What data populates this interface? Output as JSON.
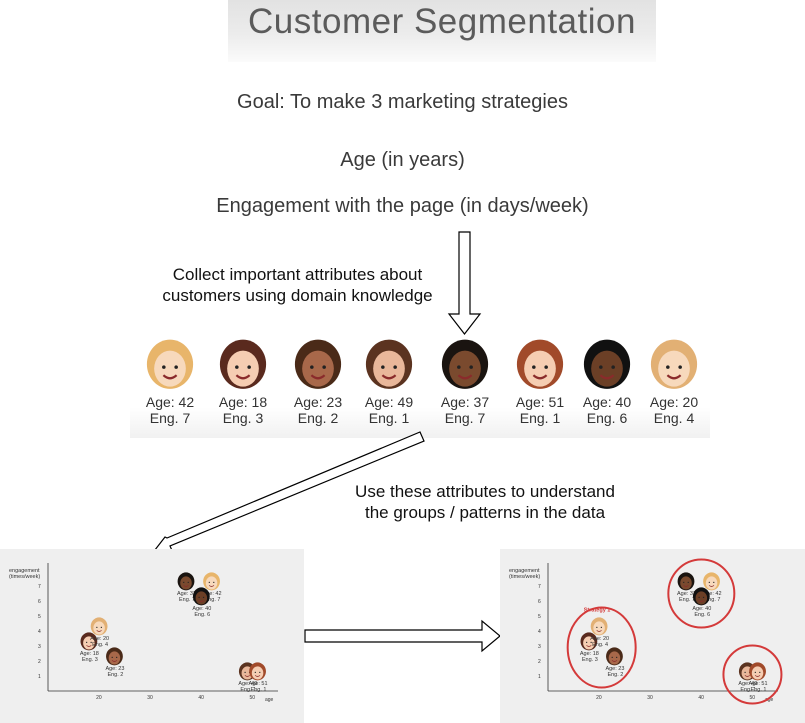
{
  "title": "Customer Segmentation",
  "goal": "Goal: To make 3 marketing strategies",
  "attribute_1": "Age (in years)",
  "attribute_2": "Engagement with the page (in days/week)",
  "caption_collect_1": "Collect important attributes about",
  "caption_collect_2": "customers using domain knowledge",
  "caption_use_1": "Use these attributes to understand",
  "caption_use_2": "the groups / patterns in the data",
  "customers": [
    {
      "age": "Age: 42",
      "eng": "Eng. 7",
      "hair": "#e8b56a",
      "skin": "#f7d9bc"
    },
    {
      "age": "Age: 18",
      "eng": "Eng. 3",
      "hair": "#5a2a1e",
      "skin": "#f5cdb2"
    },
    {
      "age": "Age: 23",
      "eng": "Eng. 2",
      "hair": "#4a2a18",
      "skin": "#a8684a"
    },
    {
      "age": "Age: 49",
      "eng": "Eng. 1",
      "hair": "#5b3320",
      "skin": "#e9b79a"
    },
    {
      "age": "Age: 37",
      "eng": "Eng. 7",
      "hair": "#1a1410",
      "skin": "#7a4a2e"
    },
    {
      "age": "Age: 51",
      "eng": "Eng. 1",
      "hair": "#a14a2a",
      "skin": "#f5cdb2"
    },
    {
      "age": "Age: 40",
      "eng": "Eng. 6",
      "hair": "#111111",
      "skin": "#6b3f26"
    },
    {
      "age": "Age: 20",
      "eng": "Eng. 4",
      "hair": "#e2b074",
      "skin": "#f7d9bc"
    }
  ],
  "chart_data": [
    {
      "type": "scatter",
      "xlabel": "age",
      "ylabel": "engagement\n(times/week)",
      "x_ticks": [
        "20",
        "30",
        "40",
        "50"
      ],
      "y_ticks": [
        "1",
        "2",
        "3",
        "4",
        "5",
        "6",
        "7"
      ],
      "points": [
        {
          "age": 18,
          "eng": 3,
          "label1": "Age: 18",
          "label2": "Eng. 3"
        },
        {
          "age": 20,
          "eng": 4,
          "label1": "Age: 20",
          "label2": "Eng. 4"
        },
        {
          "age": 23,
          "eng": 2,
          "label1": "Age: 23",
          "label2": "Eng. 2"
        },
        {
          "age": 37,
          "eng": 7,
          "label1": "Age: 37",
          "label2": "Eng. 7"
        },
        {
          "age": 42,
          "eng": 7,
          "label1": "Age: 42",
          "label2": "Eng. 7"
        },
        {
          "age": 40,
          "eng": 6,
          "label1": "Age: 40",
          "label2": "Eng. 6"
        },
        {
          "age": 49,
          "eng": 1,
          "label1": "Age: 49",
          "label2": "Eng. 1"
        },
        {
          "age": 51,
          "eng": 1,
          "label1": "Age: 51",
          "label2": "Eng. 1"
        }
      ]
    },
    {
      "type": "scatter",
      "xlabel": "age",
      "ylabel": "engagement\n(times/week)",
      "x_ticks": [
        "20",
        "30",
        "40",
        "50"
      ],
      "y_ticks": [
        "1",
        "2",
        "3",
        "4",
        "5",
        "6",
        "7"
      ],
      "clusters": [
        {
          "label": "Strategy 1"
        }
      ],
      "cluster_color": "#d43a3a"
    }
  ]
}
